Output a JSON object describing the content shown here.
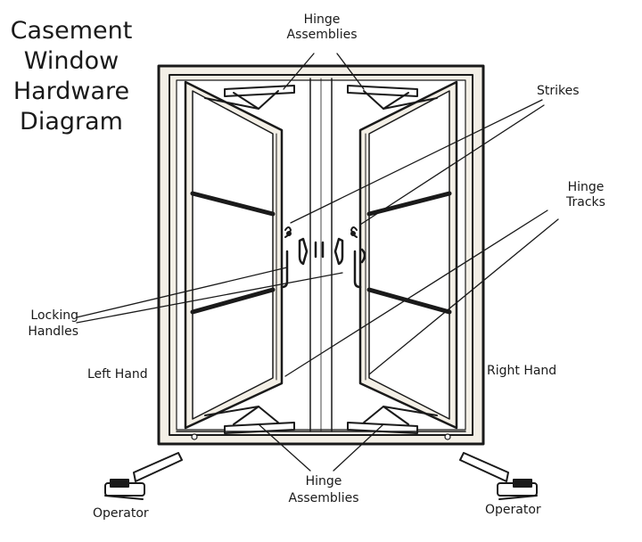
{
  "title": {
    "lines": [
      "Casement",
      "Window",
      "Hardware",
      "Diagram"
    ]
  },
  "labels": {
    "hinge_assemblies_top": [
      "Hinge",
      "Assemblies"
    ],
    "strikes": "Strikes",
    "hinge_tracks": [
      "Hinge",
      "Tracks"
    ],
    "locking_handles": [
      "Locking",
      "Handles"
    ],
    "left_hand": "Left Hand",
    "right_hand": "Right Hand",
    "hinge_assemblies_bottom": [
      "Hinge",
      "Assemblies"
    ],
    "operator_left": "Operator",
    "operator_right": "Operator"
  },
  "colors": {
    "ink": "#1a1a1a",
    "frame_fill": "#f3efe6",
    "background": "#ffffff"
  }
}
